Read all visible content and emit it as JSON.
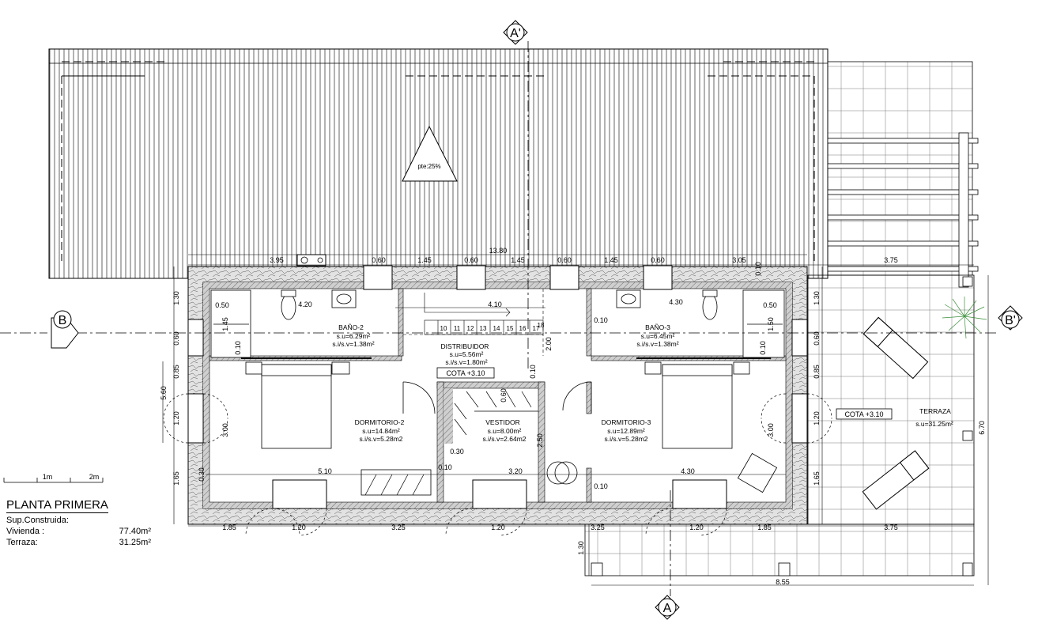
{
  "plan": {
    "title": "PLANTA PRIMERA",
    "surface_label": "Sup.Construida:",
    "rows": [
      {
        "label": "Vivienda :",
        "value": "77.40m²"
      },
      {
        "label": "Terraza:",
        "value": "31.25m²"
      }
    ],
    "scale": {
      "unit1": "1m",
      "unit2": "2m"
    }
  },
  "sections": {
    "a_top": "A'",
    "a_bottom": "A",
    "b_left": "B",
    "b_right": "B'"
  },
  "roof": {
    "slope": "pte:25%"
  },
  "levels": {
    "dist": "COTA +3.10",
    "terrace": "COTA +3.10"
  },
  "stairs": [
    "10",
    "11",
    "12",
    "13",
    "14",
    "15",
    "16",
    "17",
    "18"
  ],
  "rooms": {
    "bano2": {
      "name": "BAÑO-2",
      "su": "s.u=6.29m²",
      "sv": "s.i/s.v=1.38m²"
    },
    "bano3": {
      "name": "BAÑO-3",
      "su": "s.u=6.45m²",
      "sv": "s.i/s.v=1.38m²"
    },
    "dist": {
      "name": "DISTRIBUIDOR",
      "su": "s.u=5.56m²",
      "sv": "s.i/s.v=1.80m²"
    },
    "dorm2": {
      "name": "DORMITORIO-2",
      "su": "s.u=14.84m²",
      "sv": "s.i/s.v=5.28m2"
    },
    "vest": {
      "name": "VESTIDOR",
      "su": "s.u=8.00m²",
      "sv": "s.i/s.v=2.64m2"
    },
    "dorm3": {
      "name": "DORMITORIO-3",
      "su": "s.u=12.89m²",
      "sv": "s.i/s.v=5.28m2"
    },
    "terraza": {
      "name": "TERRAZA",
      "su": "s.u=31.25m²"
    }
  },
  "dims": {
    "total": "13.80",
    "top": [
      "3.95",
      "0.60",
      "1.45",
      "0.60",
      "1.45",
      "0.60",
      "1.45",
      "0.60",
      "3.05"
    ],
    "terr_top": "3.75",
    "bottom": [
      "1.85",
      "1.20",
      "3.25",
      "1.20",
      "3.25",
      "1.20",
      "1.85"
    ],
    "terr_bottom": "3.75",
    "left_out": [
      "1.30",
      "0.60",
      "0.85",
      "5.60",
      "1.20",
      "1.65"
    ],
    "right_out": [
      "1.30",
      "0.60",
      "0.85",
      "1.20",
      "1.65"
    ],
    "terr_right": "6.70",
    "lower_terr": "8.55",
    "lower_terr_h": "1.30",
    "inner": [
      "4.20",
      "4.10",
      "4.30",
      "5.10",
      "3.20",
      "4.30",
      "0.50",
      "0.50",
      "1.45",
      "1.50",
      "0.10",
      "0.10",
      "0.10",
      "0.10",
      "0.10",
      "0.10",
      "0.30",
      "0.60",
      "2.00",
      "2.50",
      "3.00",
      "3.00",
      "0.30",
      "0.10"
    ]
  }
}
